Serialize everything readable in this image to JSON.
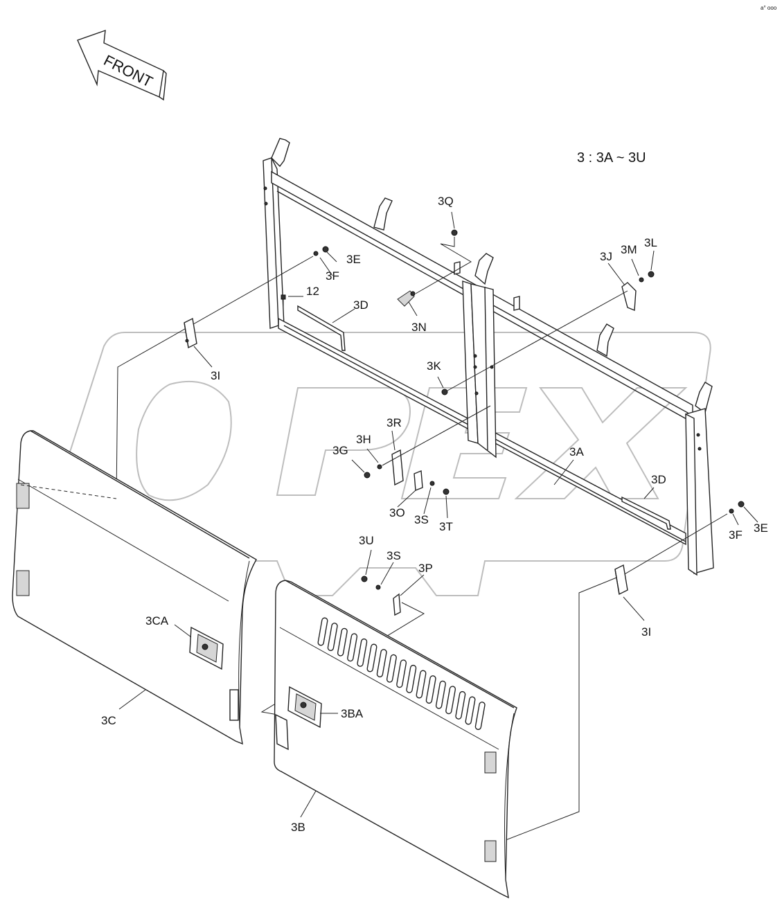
{
  "front_arrow": {
    "text": "FRONT"
  },
  "assembly_note": "3 : 3A ~ 3U",
  "corner_mark": "a° ooo",
  "labels": {
    "l_3A": "3A",
    "l_3B": "3B",
    "l_3BA": "3BA",
    "l_3C": "3C",
    "l_3CA": "3CA",
    "l_3D_left": "3D",
    "l_3D_right": "3D",
    "l_3E_left": "3E",
    "l_3E_right": "3E",
    "l_3F_left": "3F",
    "l_3F_right": "3F",
    "l_3G": "3G",
    "l_3H": "3H",
    "l_3I_left": "3I",
    "l_3I_right": "3I",
    "l_3J": "3J",
    "l_3K": "3K",
    "l_3L": "3L",
    "l_3M": "3M",
    "l_3N": "3N",
    "l_3O": "3O",
    "l_3P": "3P",
    "l_3Q": "3Q",
    "l_3R": "3R",
    "l_3S_mid": "3S",
    "l_3S_low": "3S",
    "l_3T": "3T",
    "l_3U": "3U",
    "l_12": "12"
  },
  "watermark": "OPEX"
}
